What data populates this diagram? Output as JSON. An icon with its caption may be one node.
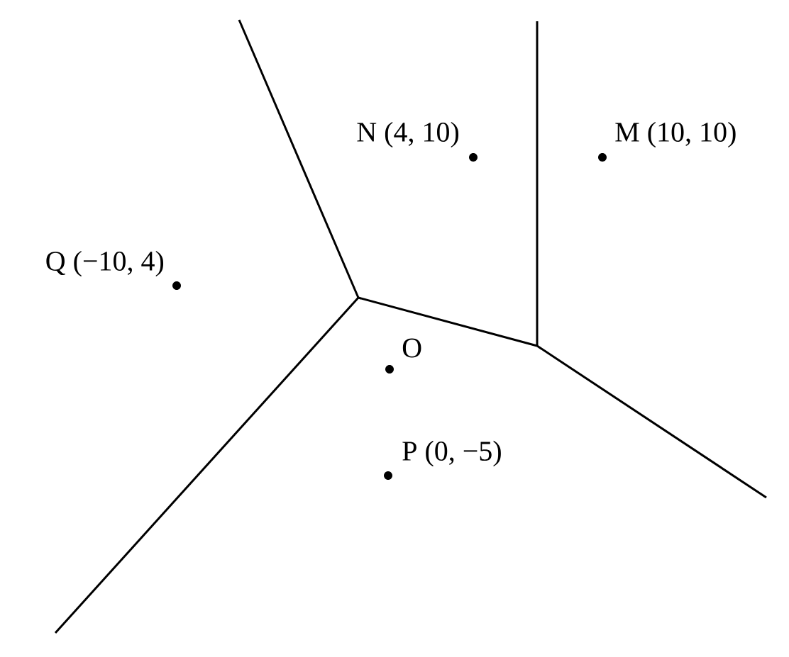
{
  "diagram": {
    "labels": [
      "N (4, 10)",
      "M (10, 10)",
      "Q (−10, 4)",
      "O",
      "P (0, −5)"
    ]
  }
}
